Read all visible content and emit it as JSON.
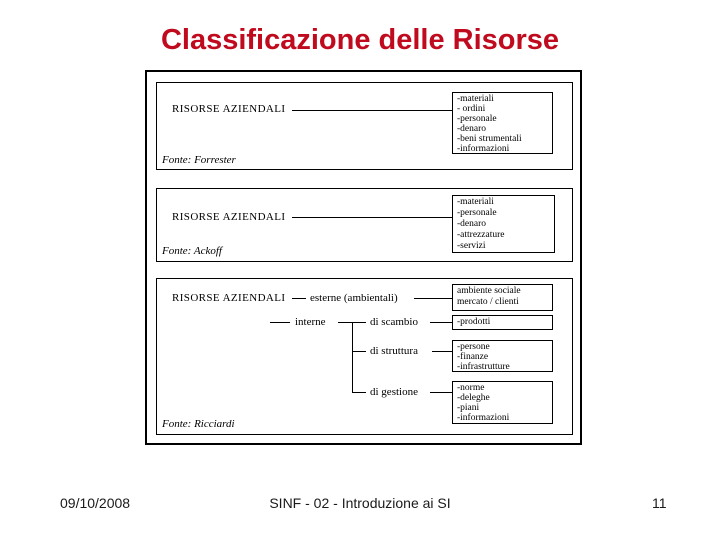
{
  "title": "Classificazione delle Risorse",
  "colors": {
    "title_red": "#C00A1E"
  },
  "panels": {
    "forrester": {
      "root_label": "RISORSE AZIENDALI",
      "items": [
        "-materiali",
        "- ordini",
        "-personale",
        "-denaro",
        "-beni strumentali",
        "-informazioni"
      ],
      "source": "Fonte: Forrester"
    },
    "ackoff": {
      "root_label": "RISORSE AZIENDALI",
      "items": [
        "-materiali",
        "-personale",
        "-denaro",
        "-attrezzature",
        "-servizi"
      ],
      "source": "Fonte: Ackoff"
    },
    "ricciardi": {
      "root_label": "RISORSE AZIENDALI",
      "external_label": "esterne (ambientali)",
      "external_items": [
        "ambiente sociale",
        "mercato / clienti"
      ],
      "internal_label": "interne",
      "branches": [
        {
          "label": "di scambio",
          "items": [
            "-prodotti"
          ]
        },
        {
          "label": "di struttura",
          "items": [
            "-persone",
            "-finanze",
            "-infrastrutture"
          ]
        },
        {
          "label": "di gestione",
          "items": [
            "-norme",
            "-deleghe",
            "-piani",
            "-informazioni"
          ]
        }
      ],
      "source": "Fonte: Ricciardi"
    }
  },
  "footer": {
    "date": "09/10/2008",
    "course_title": "SINF - 02 - Introduzione ai SI",
    "page_number": "11"
  }
}
